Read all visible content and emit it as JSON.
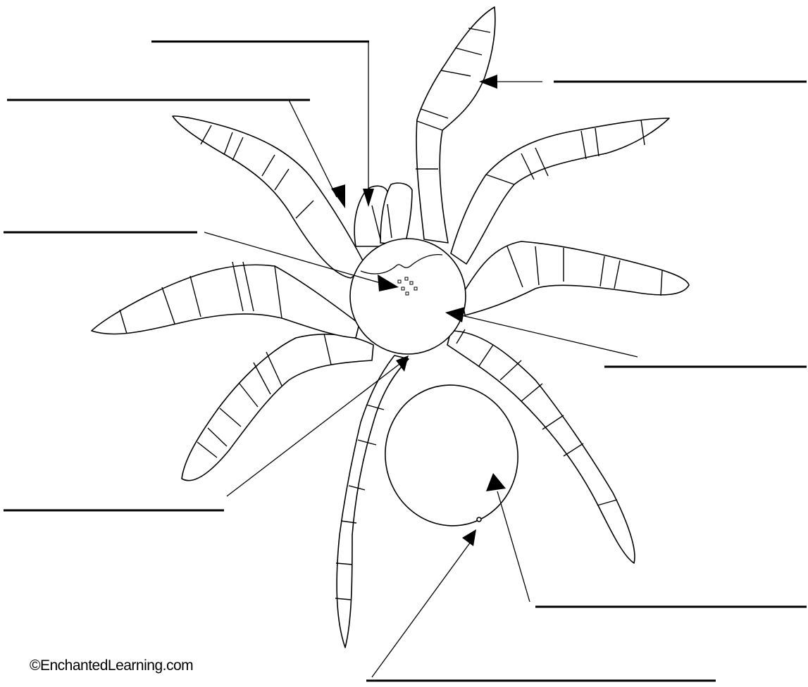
{
  "credit": "©EnchantedLearning.com",
  "diagram": {
    "subject": "spider",
    "label_blanks": 8,
    "colors": {
      "stroke": "#000000",
      "fill": "#ffffff"
    }
  }
}
